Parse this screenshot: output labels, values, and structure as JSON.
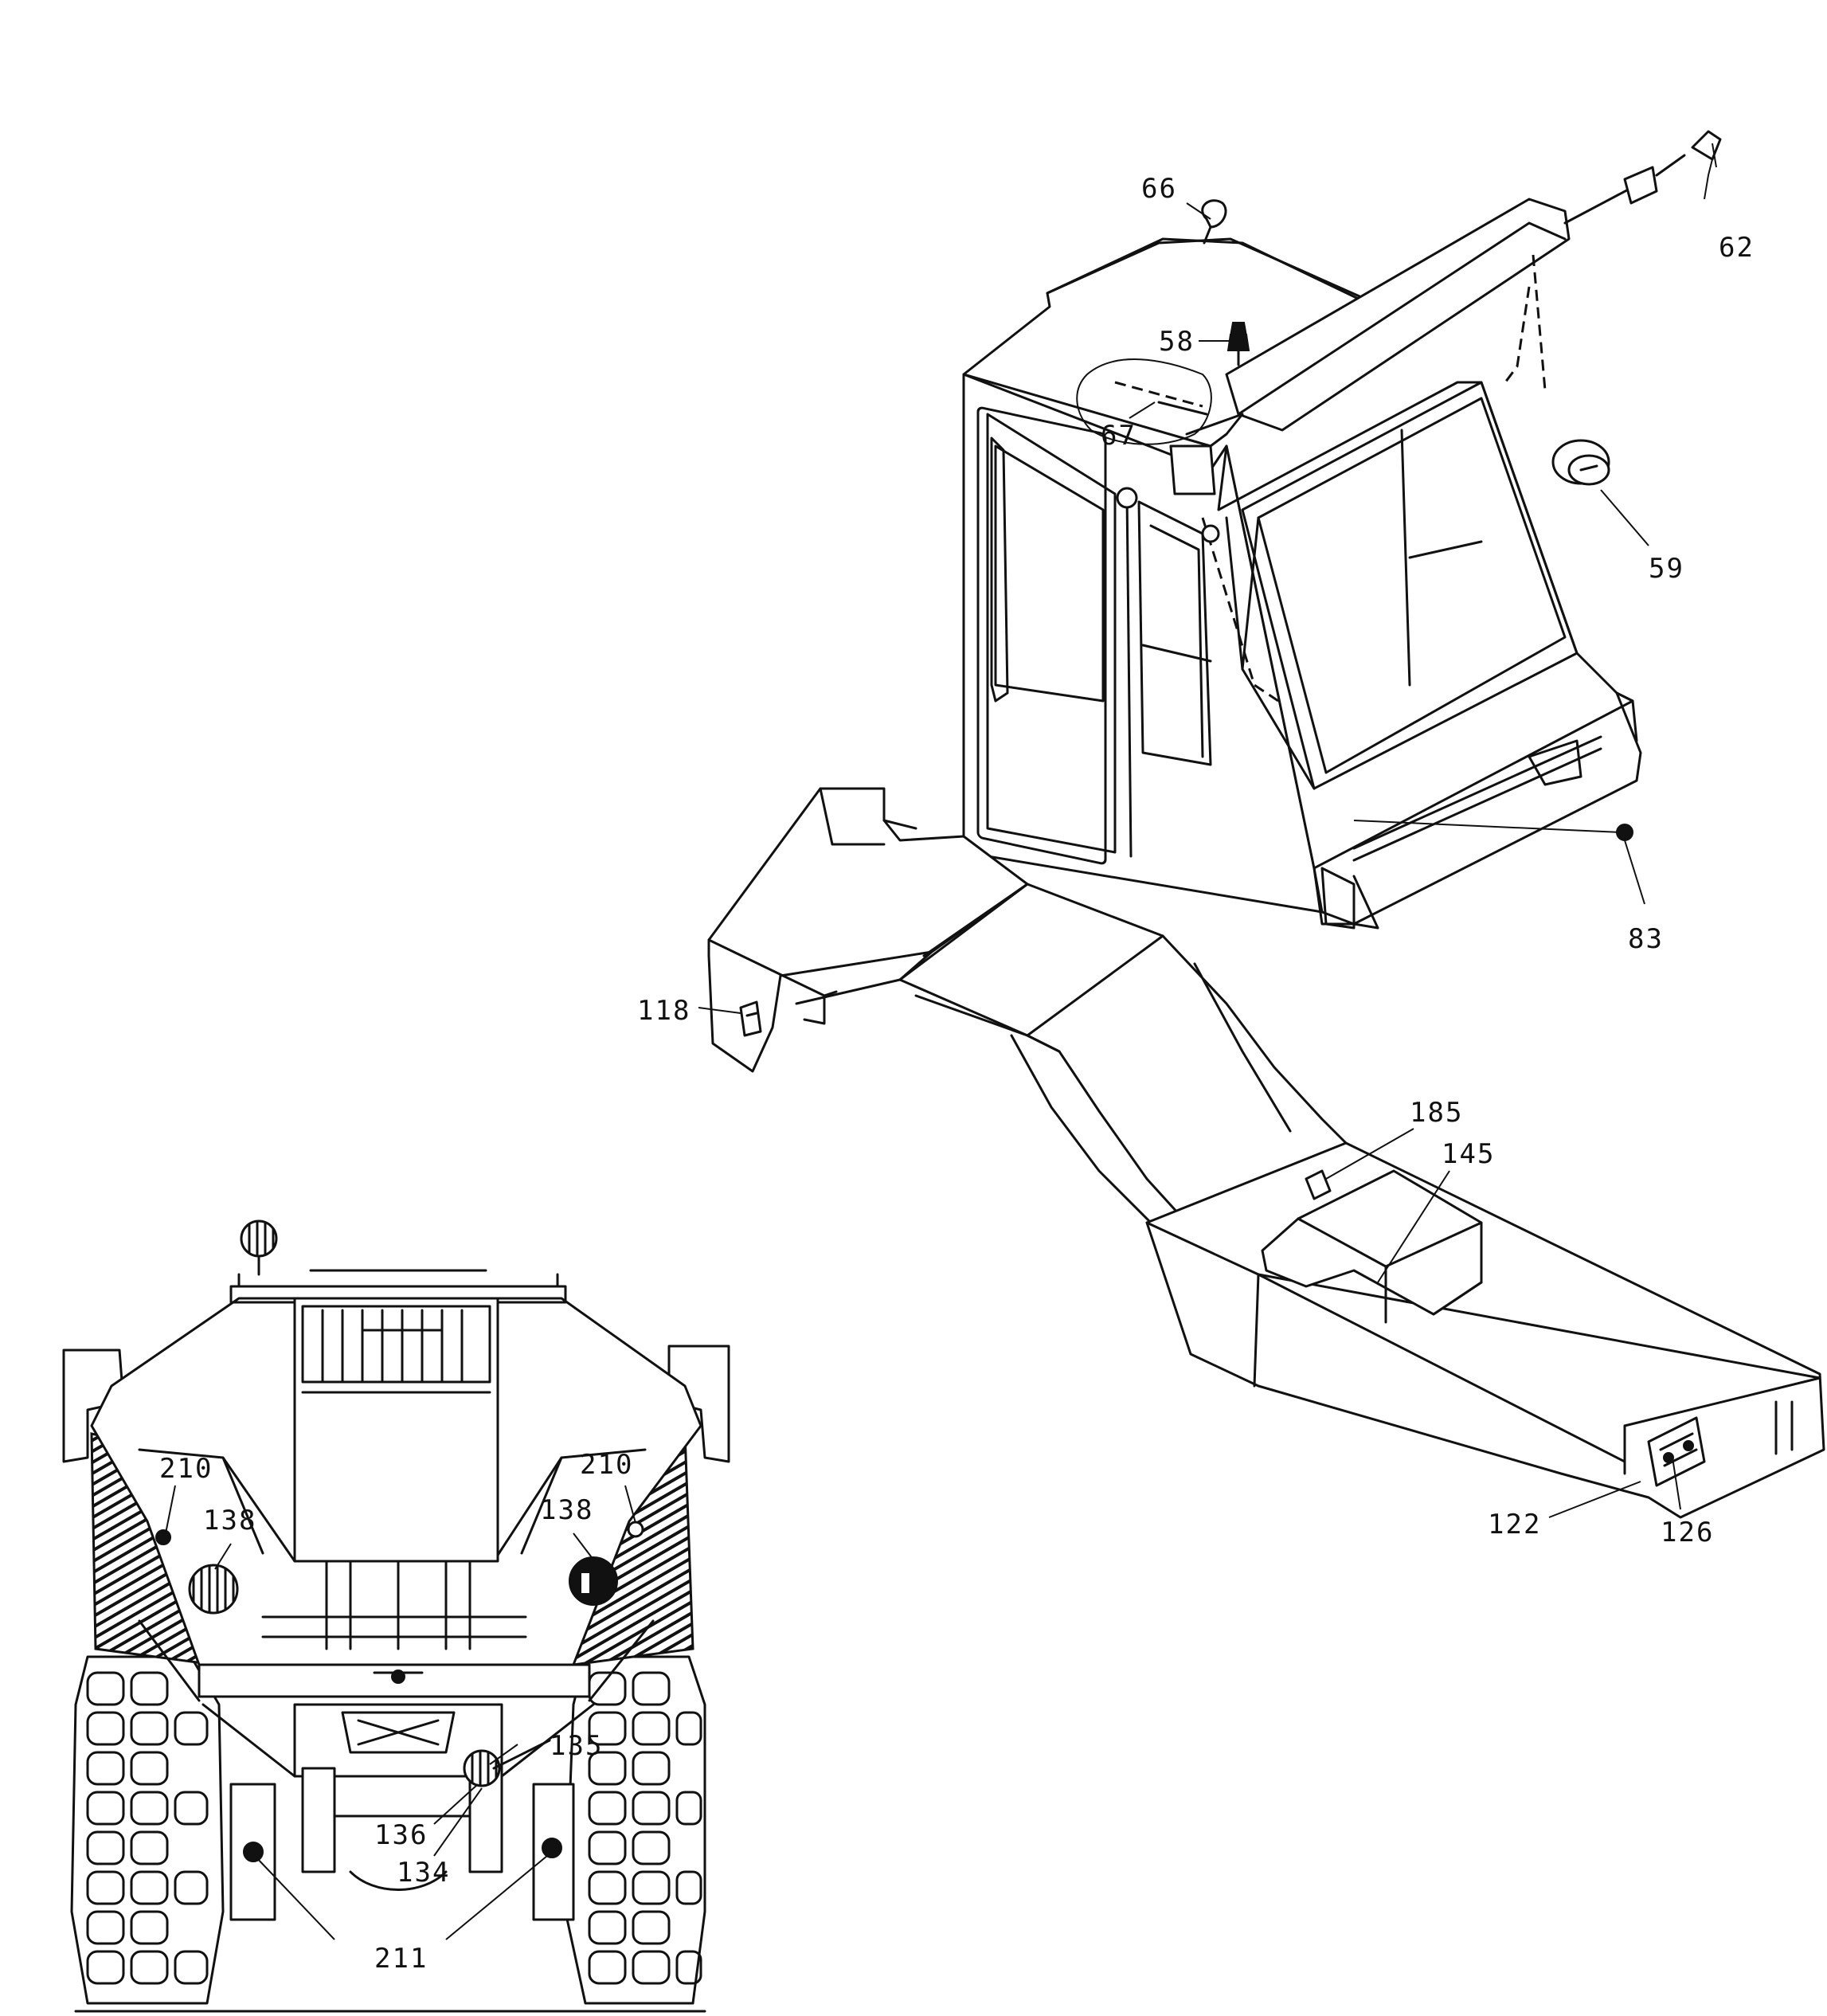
{
  "callouts": {
    "c66": "66",
    "c62": "62",
    "c58": "58",
    "c67": "67",
    "c59": "59",
    "c83": "83",
    "c118": "118",
    "c185": "185",
    "c145": "145",
    "c122": "122",
    "c126": "126",
    "c210_left": "210",
    "c210_right": "210",
    "c138_left": "138",
    "c138_right": "138",
    "c135": "135",
    "c136": "136",
    "c134": "134",
    "c211": "211"
  }
}
